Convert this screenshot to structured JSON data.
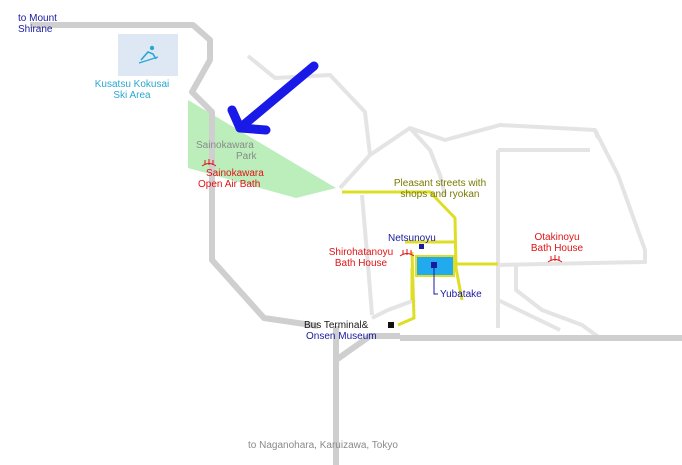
{
  "labels": {
    "mount_shirane": [
      "to Mount",
      "Shirane"
    ],
    "ski_area": [
      "Kusatsu Kokusai",
      "Ski Area"
    ],
    "park": [
      "Sainokawara",
      "Park"
    ],
    "open_air_bath": [
      "Sainokawara",
      "Open Air Bath"
    ],
    "streets": [
      "Pleasant streets with",
      "shops and ryokan"
    ],
    "netsunoyu": "Netsunoyu",
    "shirohatanoyu": [
      "Shirohatanoyu",
      "Bath House"
    ],
    "otakinoyu": [
      "Otakinoyu",
      "Bath House"
    ],
    "yubatake": "Yubatake",
    "bus_terminal": [
      "Bus Terminal&",
      "Onsen Museum"
    ],
    "bottom_route": "to Naganohara, Karuizawa, Tokyo"
  },
  "icons": {
    "skier": "skier-icon",
    "onsen": "hot-spring-icon",
    "pointer": "arrow-icon"
  },
  "colors": {
    "road": "#e4e4e4",
    "road_main": "#cfcfcf",
    "shopping_street": "#dede26",
    "park": "#bbeebb",
    "ski_area": "#dde8f4",
    "yubatake": "#22aaee",
    "arrow": "#1a1ae8",
    "navy_text": "#1a1aa0",
    "red_text": "#e01414",
    "cyan_text": "#2ba7cf",
    "olive_text": "#7a7a00"
  }
}
